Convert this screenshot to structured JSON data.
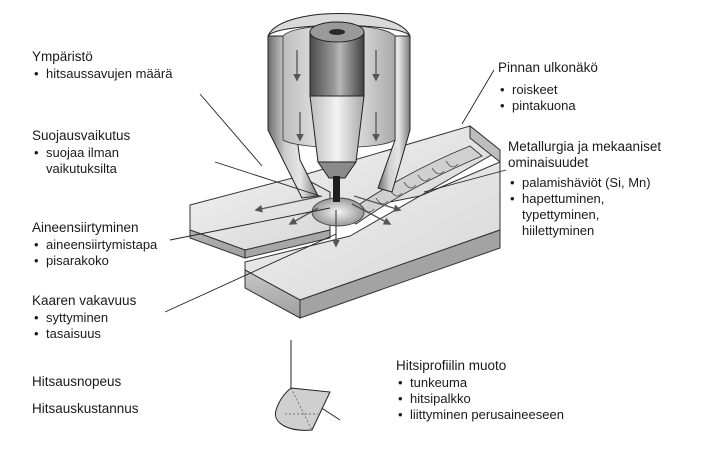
{
  "left_groups": [
    {
      "title": "Ympäristö",
      "items": [
        "hitsaussavujen määrä"
      ]
    },
    {
      "title": "Suojausvaikutus",
      "items": [
        "suojaa ilman",
        "vaikutuksilta"
      ]
    },
    {
      "title": "Aineensiirtyminen",
      "items": [
        "aineensiirtymistapa",
        "pisarakoko"
      ]
    },
    {
      "title": "Kaaren vakavuus",
      "items": [
        "syttyminen",
        "tasaisuus"
      ]
    }
  ],
  "left_bottom": {
    "speed": "Hitsausnopeus",
    "cost": "Hitsauskustannus"
  },
  "right_groups": [
    {
      "title": "Pinnan ulkonäkö",
      "items": [
        "roiskeet",
        "pintakuona"
      ]
    },
    {
      "title_line1": "Metallurgia ja mekaaniset",
      "title_line2": "ominaisuudet",
      "items": [
        "palamishäviöt (Si, Mn)",
        "hapettuminen,",
        "typettyminen,",
        "hiilettyminen"
      ]
    },
    {
      "title": "Hitsiprofiilin muoto",
      "items": [
        "tunkeuma",
        "hitsipalkko",
        "liittyminen perusaineeseen"
      ]
    }
  ]
}
